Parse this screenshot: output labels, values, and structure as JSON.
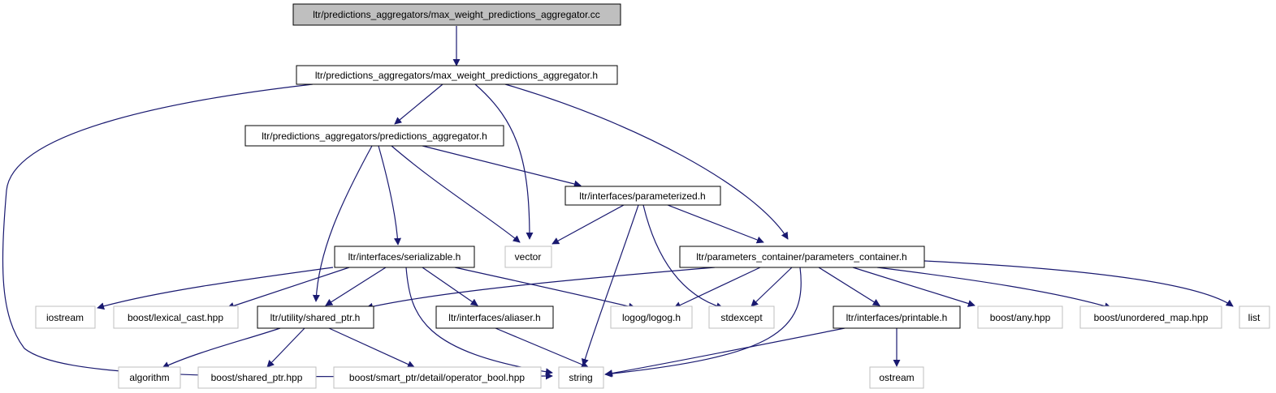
{
  "colors": {
    "edge": "#191970",
    "root_fill": "#bfbfbf",
    "node_border": "#000000",
    "external_border": "#bfbfbf",
    "background": "#ffffff"
  },
  "nodes": {
    "root": "ltr/predictions_aggregators/max_weight_predictions_aggregator.cc",
    "max_weight_h": "ltr/predictions_aggregators/max_weight_predictions_aggregator.h",
    "predictions_aggregator_h": "ltr/predictions_aggregators/predictions_aggregator.h",
    "parameterized_h": "ltr/interfaces/parameterized.h",
    "serializable_h": "ltr/interfaces/serializable.h",
    "vector": "vector",
    "parameters_container_h": "ltr/parameters_container/parameters_container.h",
    "iostream": "iostream",
    "lexical_cast": "boost/lexical_cast.hpp",
    "shared_ptr_h": "ltr/utility/shared_ptr.h",
    "aliaser_h": "ltr/interfaces/aliaser.h",
    "logog": "logog/logog.h",
    "stdexcept": "stdexcept",
    "printable_h": "ltr/interfaces/printable.h",
    "boost_any": "boost/any.hpp",
    "unordered_map": "boost/unordered_map.hpp",
    "list": "list",
    "algorithm": "algorithm",
    "boost_shared_ptr": "boost/shared_ptr.hpp",
    "operator_bool": "boost/smart_ptr/detail/operator_bool.hpp",
    "string": "string",
    "ostream": "ostream"
  }
}
